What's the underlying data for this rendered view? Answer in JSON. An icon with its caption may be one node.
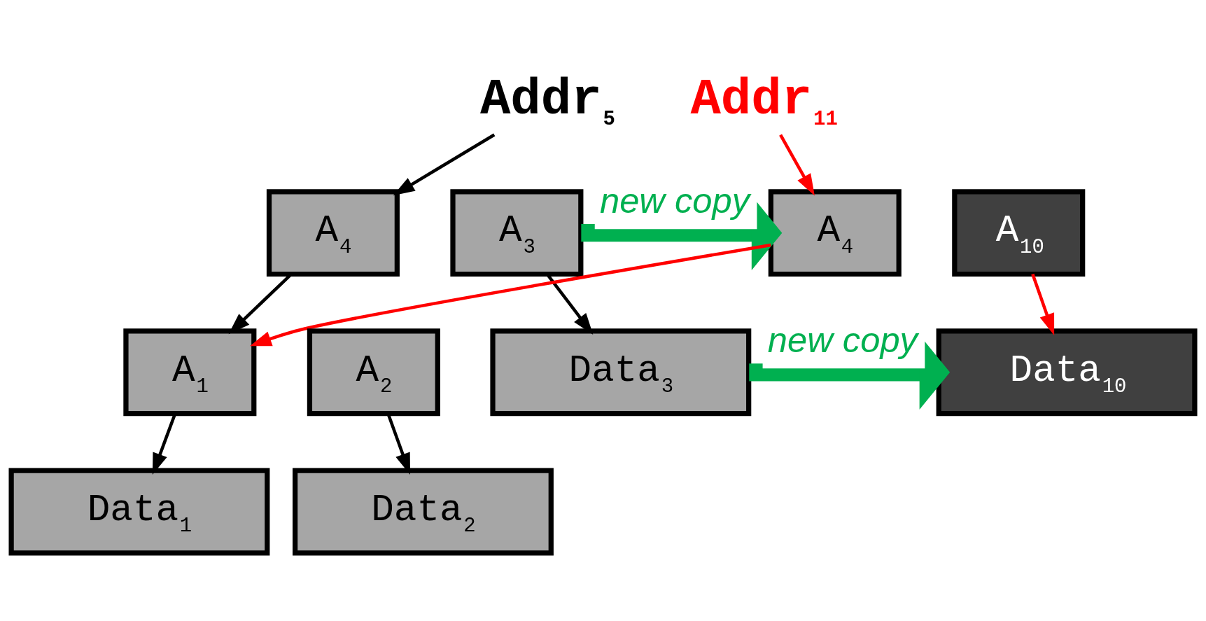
{
  "diagram": {
    "nodes": [
      {
        "text": [
          "Addr$_{5}$"
        ]
      },
      {
        "text": [
          "Addr$_{11}$"
        ]
      },
      {
        "text": [
          "A$_{4}$"
        ]
      },
      {
        "text": [
          "A$_{3}$"
        ]
      },
      {
        "text": [
          "A$_{4}$"
        ]
      },
      {
        "text": [
          "A$_{10}$"
        ]
      },
      {
        "text": [
          "A$_{1}$"
        ]
      },
      {
        "text": [
          "A$_{2}$"
        ]
      },
      {
        "text": [
          "Data$_{3}$"
        ]
      },
      {
        "text": [
          "Data$_{10}$"
        ]
      },
      {
        "text": [
          "Data$_{1}$"
        ]
      },
      {
        "text": [
          "Data$_{2}$"
        ]
      }
    ],
    "edges": [
      {
        "from": 0,
        "to": 2,
        "arrow": "to"
      },
      {
        "from": 1,
        "to": 4,
        "arrow": "to",
        "color": "#ff0000"
      },
      {
        "from": 2,
        "to": 6,
        "arrow": "to"
      },
      {
        "from": 3,
        "to": 8,
        "arrow": "to"
      },
      {
        "from": 4,
        "to": 6,
        "arrow": "to",
        "color": "#ff0000"
      },
      {
        "from": 5,
        "to": 9,
        "arrow": "to",
        "color": "#ff0000"
      },
      {
        "from": 6,
        "to": 10,
        "arrow": "to"
      },
      {
        "from": 7,
        "to": 11,
        "arrow": "to"
      },
      {
        "from": 3,
        "to": 4,
        "arrow": "to",
        "label": "new copy",
        "style": "thick",
        "color": "#00b050"
      },
      {
        "from": 8,
        "to": 9,
        "arrow": "to",
        "label": "new copy",
        "style": "thick",
        "color": "#00b050"
      }
    ]
  }
}
